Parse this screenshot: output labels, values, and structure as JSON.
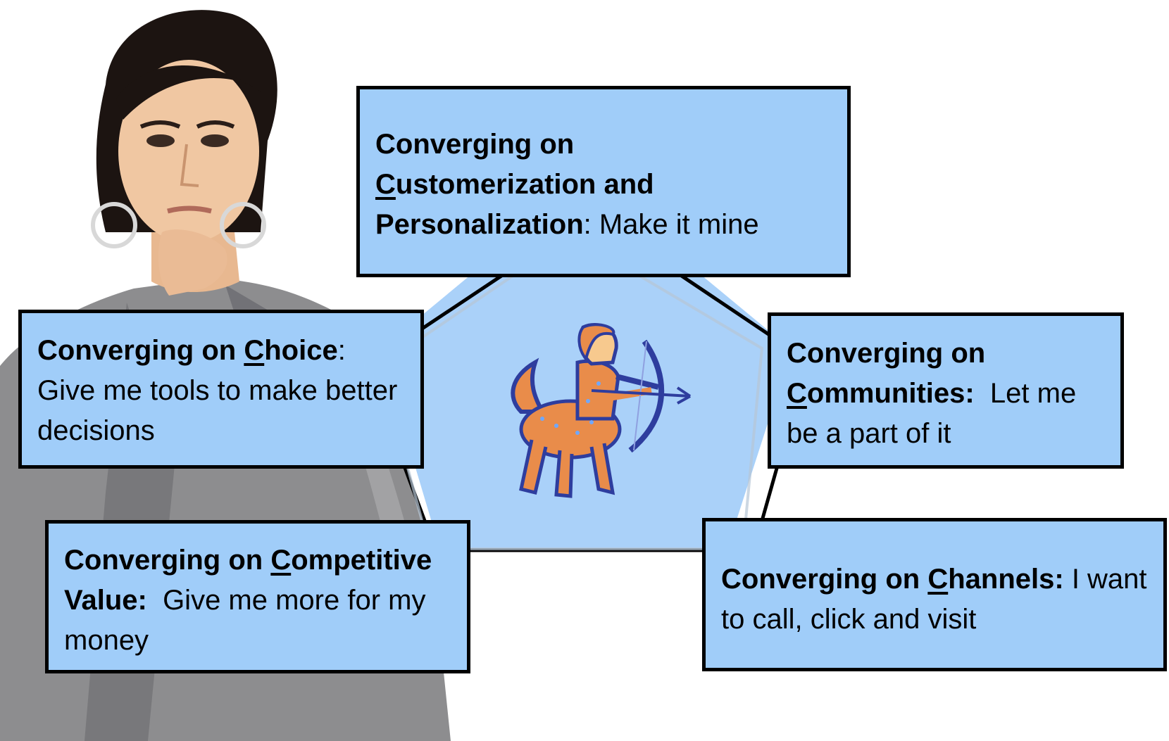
{
  "colors": {
    "box_fill": "#a0cdf9",
    "box_border": "#000000",
    "pentagon_fill": "#a3cdf8",
    "figure_orange": "#e98c4a",
    "figure_blue": "#2e3d9e",
    "skin": "#f7c98e",
    "jacket_gray": "#8a8a8a"
  },
  "background_photo": {
    "icon": "woman-thinking-photo"
  },
  "center": {
    "icon": "sagittarius-centaur-archer-icon"
  },
  "boxes": {
    "top": {
      "line1": "Converging on",
      "key_letter": "C",
      "key_rest": "ustomerization and",
      "bold_word": "Personalization",
      "rest": ": Make it mine"
    },
    "left": {
      "bold_prefix": "Converging on ",
      "key_letter": "C",
      "key_rest": "hoice",
      "rest": ": Give me tools to make better decisions"
    },
    "right": {
      "line1": "Converging on",
      "key_letter": "C",
      "key_rest": "ommunities:",
      "rest": "  Let me be a part of it"
    },
    "bottom_left": {
      "bold_prefix": "Converging on ",
      "key_letter": "C",
      "key_rest": "ompetitive Value:",
      "rest": "  Give me more for my money"
    },
    "bottom_right": {
      "bold_prefix": "Converging on ",
      "key_letter": "C",
      "key_rest": "hannels:",
      "rest": " I want to call, click and visit"
    }
  }
}
